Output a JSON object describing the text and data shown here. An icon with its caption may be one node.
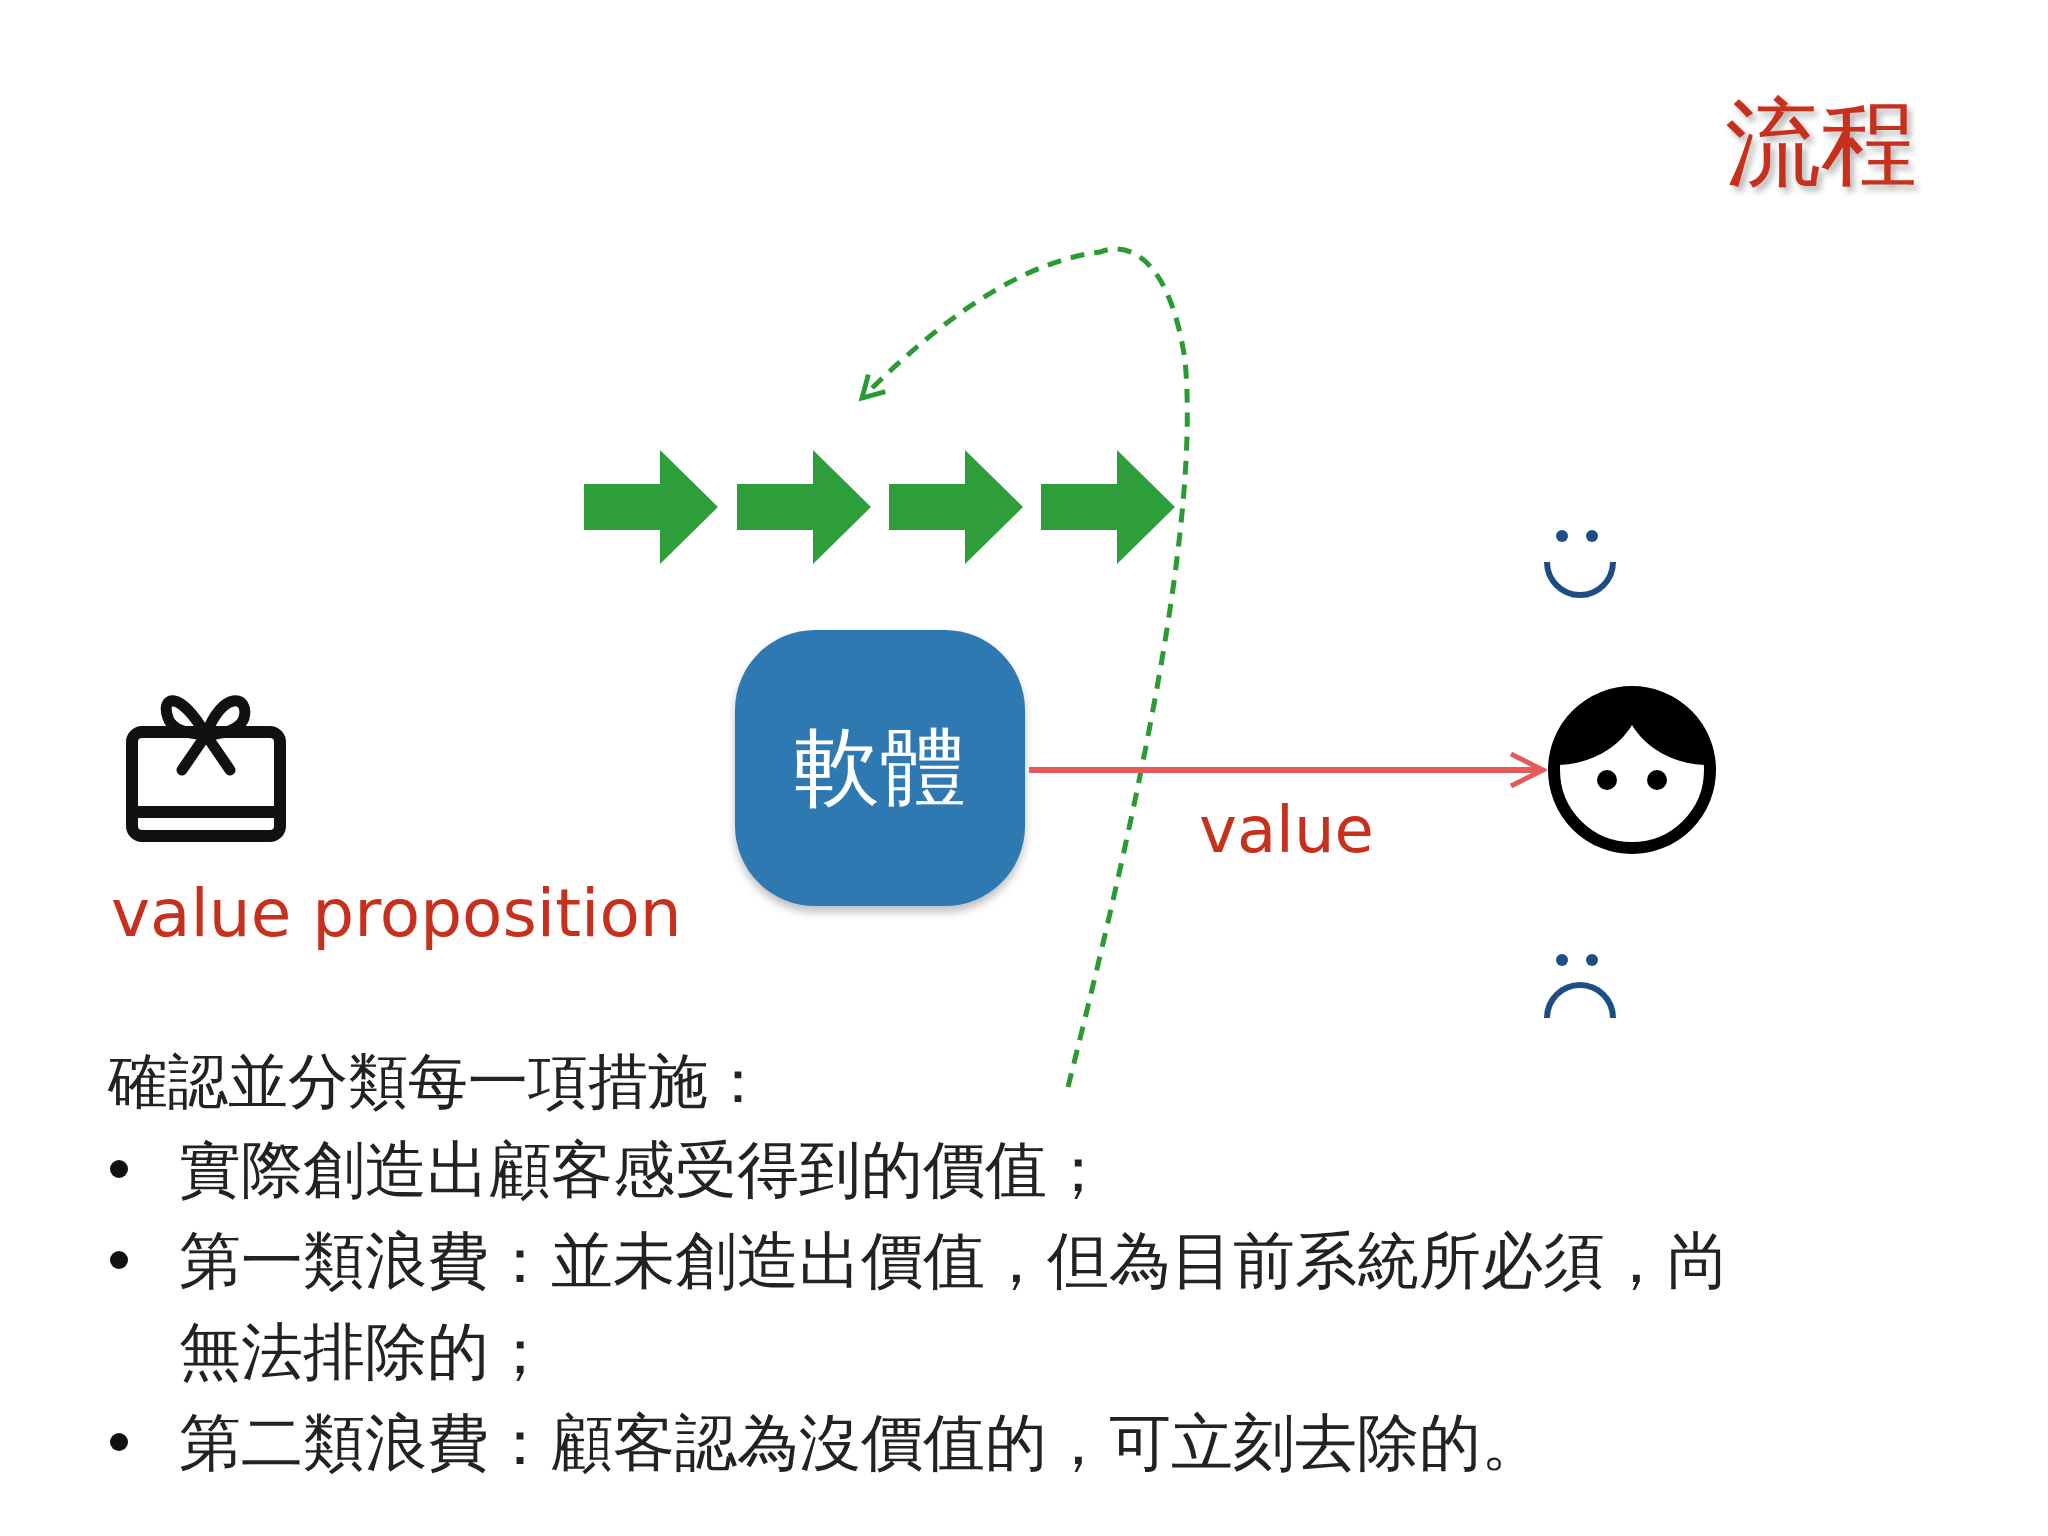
{
  "diagram": {
    "title": "流程",
    "nodes": [
      {
        "text": [
          "軟體"
        ]
      },
      {
        "text": [],
        "shape": "person"
      }
    ],
    "edges": [
      {
        "from": 0,
        "to": 1,
        "arrow": "to",
        "label": "value"
      }
    ],
    "labels": [
      "value proposition",
      "確認並分類每一項措施：",
      "實際創造出顧客感受得到的價值；",
      "第一類浪費：並未創造出價值，但為目前系統所必須，尚無法排除的；",
      "第二類浪費：顧客認為沒價值的，可立刻去除的。"
    ]
  }
}
